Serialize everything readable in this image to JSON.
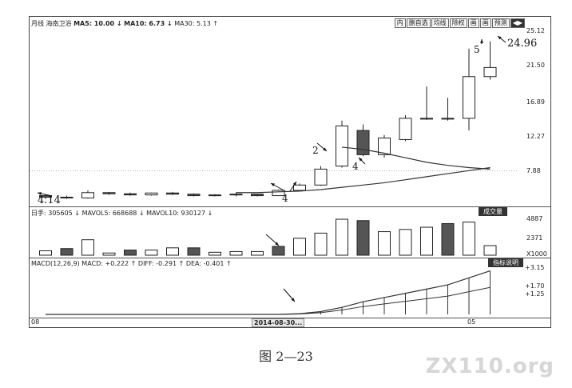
{
  "header": {
    "title": "月线 海南卫浴",
    "ma5": "MA5: 10.00 ↓",
    "ma10": "MA10: 6.73 ↓",
    "ma30": "MA30: 5.13 ↑"
  },
  "toolbar": [
    "内",
    "删自选",
    "均线",
    "除权",
    "画",
    "画",
    "预测",
    "◀▶"
  ],
  "price_axis": [
    "25.12",
    "21.50",
    "16.89",
    "12.27",
    "7.88"
  ],
  "volume_header": "日手: 305605 ↓ MAVOL5: 668688 ↓ MAVOL10: 930127 ↓",
  "volume_button": "成交量",
  "volume_axis": [
    "4887",
    "2371",
    "X1000"
  ],
  "macd_header": "MACD(12,26,9) MACD: +0.222 ↑ DIFF: -0.291 ↑ DEA: -0.401 ↑",
  "macd_button": "指标说明",
  "macd_axis": [
    "+3.15",
    "+1.70",
    "+1.25"
  ],
  "x_labels": [
    "08",
    "2014-08-30...",
    "05"
  ],
  "annotations": {
    "low": "4.14",
    "high": "24.96",
    "n2": "2",
    "n4a": "4",
    "n4b": "4",
    "n5": "5"
  },
  "caption": "图 2—23",
  "watermark": "ZX110.org",
  "colors": {
    "up": "#ffffff",
    "down": "#555555",
    "line": "#333333"
  },
  "chart_data": {
    "type": "candlestick",
    "title": "",
    "ylim": [
      3.5,
      26.5
    ],
    "candles": [
      {
        "o": 4.6,
        "h": 4.8,
        "l": 4.14,
        "c": 4.4
      },
      {
        "o": 4.4,
        "h": 4.6,
        "l": 4.2,
        "c": 4.3
      },
      {
        "o": 4.3,
        "h": 5.3,
        "l": 4.2,
        "c": 5.0
      },
      {
        "o": 5.0,
        "h": 5.1,
        "l": 4.7,
        "c": 4.85
      },
      {
        "o": 4.85,
        "h": 5.0,
        "l": 4.6,
        "c": 4.7
      },
      {
        "o": 4.7,
        "h": 5.0,
        "l": 4.6,
        "c": 4.95
      },
      {
        "o": 4.95,
        "h": 5.1,
        "l": 4.7,
        "c": 4.8
      },
      {
        "o": 4.8,
        "h": 4.9,
        "l": 4.5,
        "c": 4.6
      },
      {
        "o": 4.6,
        "h": 4.8,
        "l": 4.5,
        "c": 4.7
      },
      {
        "o": 4.7,
        "h": 5.0,
        "l": 4.5,
        "c": 4.8
      },
      {
        "o": 4.8,
        "h": 4.85,
        "l": 4.5,
        "c": 4.6
      },
      {
        "o": 4.6,
        "h": 5.4,
        "l": 4.55,
        "c": 5.3
      },
      {
        "o": 5.3,
        "h": 6.2,
        "l": 5.2,
        "c": 6.0
      },
      {
        "o": 6.0,
        "h": 8.5,
        "l": 5.9,
        "c": 8.1
      },
      {
        "o": 8.5,
        "h": 14.5,
        "l": 8.3,
        "c": 13.8
      },
      {
        "o": 13.2,
        "h": 14.0,
        "l": 9.8,
        "c": 10.0
      },
      {
        "o": 10.0,
        "h": 12.6,
        "l": 9.6,
        "c": 12.2
      },
      {
        "o": 12.0,
        "h": 15.2,
        "l": 11.8,
        "c": 14.8
      },
      {
        "o": 14.8,
        "h": 19.0,
        "l": 14.6,
        "c": 14.8
      },
      {
        "o": 14.8,
        "h": 17.5,
        "l": 14.5,
        "c": 14.8
      },
      {
        "o": 14.8,
        "h": 24.0,
        "l": 13.2,
        "c": 20.3
      },
      {
        "o": 20.3,
        "h": 24.96,
        "l": 19.9,
        "c": 21.5
      }
    ],
    "ma_long": [
      null,
      null,
      null,
      null,
      null,
      null,
      null,
      null,
      null,
      5.0,
      5.0,
      5.1,
      5.2,
      5.4,
      5.7,
      6.0,
      6.3,
      6.7,
      7.1,
      7.5,
      7.9,
      8.3
    ],
    "ma_mid": [
      null,
      null,
      null,
      null,
      null,
      null,
      null,
      null,
      null,
      null,
      null,
      null,
      null,
      null,
      11.0,
      10.7,
      10.2,
      9.6,
      9.0,
      8.6,
      8.3,
      8.1
    ],
    "volume": [
      600,
      900,
      2100,
      300,
      700,
      700,
      1000,
      1000,
      400,
      500,
      500,
      1200,
      2300,
      3000,
      4887,
      4700,
      3200,
      3500,
      3800,
      4300,
      4500,
      1300
    ],
    "volume_down": [
      false,
      true,
      false,
      false,
      true,
      false,
      false,
      true,
      false,
      false,
      false,
      true,
      false,
      false,
      false,
      true,
      false,
      false,
      false,
      true,
      false,
      false
    ],
    "macd": [
      0,
      0,
      0,
      0,
      0,
      0,
      0,
      0,
      0,
      0,
      0,
      0,
      0.05,
      0.2,
      0.5,
      0.9,
      1.2,
      1.5,
      1.8,
      2.1,
      2.6,
      3.1
    ]
  }
}
